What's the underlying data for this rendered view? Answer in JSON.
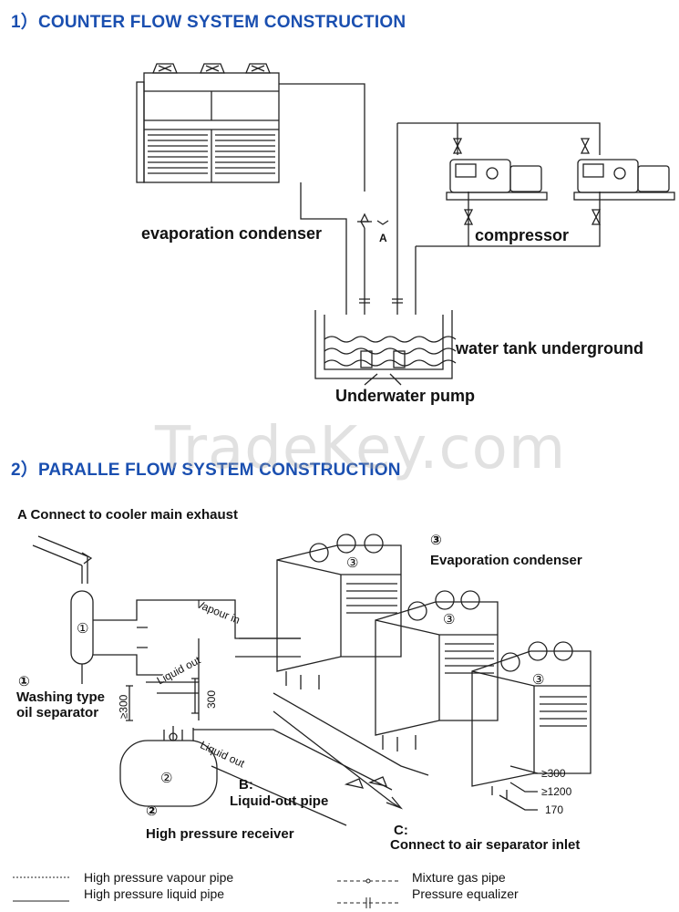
{
  "section1": {
    "heading": "1）COUNTER FLOW  SYSTEM CONSTRUCTION",
    "labels": {
      "evaporation_condenser": "evaporation condenser",
      "compressor": "compressor",
      "valve_a": "A",
      "water_tank": "water tank underground",
      "underwater_pump": "Underwater pump"
    }
  },
  "section2": {
    "heading": "2）PARALLE FLOW SYSTEM CONSTRUCTION",
    "labels": {
      "connect_a": "A  Connect to cooler main exhaust",
      "num1": "①",
      "washing_line1": "Washing type",
      "washing_line2": "oil separator",
      "num2": "②",
      "receiver": "High pressure receiver",
      "num3": "③",
      "evap_condenser": "Evaporation condenser",
      "b_label": "B:",
      "liquid_out_pipe": "Liquid-out pipe",
      "c_label": "C:",
      "connect_c": "Connect to air separator inlet",
      "vapour_in": "Vapour in",
      "liquid_out_1": "Liquid out",
      "liquid_out_2": "Liquid out",
      "dim_300_a": "≥300",
      "dim_300_b": "300",
      "dim_300_c": "≥300",
      "dim_1200": "≥1200",
      "dim_170": "170"
    }
  },
  "legend": {
    "hp_vapour": "High pressure vapour pipe",
    "hp_liquid": "High pressure liquid pipe",
    "mixture_gas": "Mixture gas pipe",
    "pressure_eq": "Pressure equalizer"
  },
  "watermark": "TradeKey.com",
  "colors": {
    "heading": "#1a4fb0",
    "line": "#222222"
  }
}
